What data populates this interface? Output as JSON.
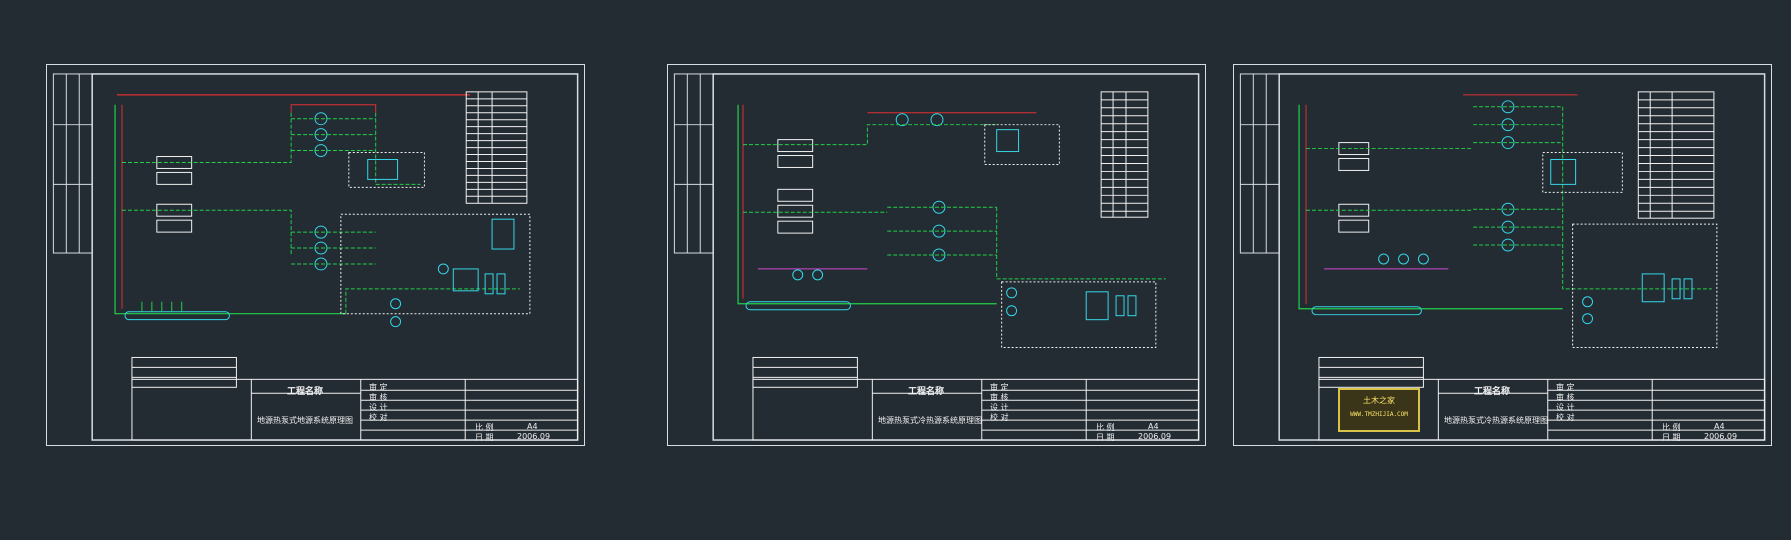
{
  "sheets": [
    {
      "project_label": "工程名称",
      "drawing_title": "地源热泵式地源系统原理图",
      "fields": {
        "approve": "审 定",
        "check": "审 核",
        "design": "设 计",
        "proofread": "校 对",
        "scale_label": "比 例",
        "scale_value": "A4",
        "date_label": "日 期",
        "date_value": "2006.09"
      },
      "has_logo": false
    },
    {
      "project_label": "工程名称",
      "drawing_title": "地源热泵式冷热源系统原理图",
      "fields": {
        "approve": "审 定",
        "check": "审 核",
        "design": "设 计",
        "proofread": "校 对",
        "scale_label": "比 例",
        "scale_value": "A4",
        "date_label": "日 期",
        "date_value": "2006.09"
      },
      "has_logo": false
    },
    {
      "project_label": "工程名称",
      "drawing_title": "地源热泵式冷热源系统原理图",
      "fields": {
        "approve": "审 定",
        "check": "审 核",
        "design": "设 计",
        "proofread": "校 对",
        "scale_label": "比 例",
        "scale_value": "A4",
        "date_label": "日 期",
        "date_value": "2006.09"
      },
      "has_logo": true,
      "logo_line1": "土木之家",
      "logo_line2": "WWW.TMZHIJIA.COM"
    }
  ],
  "colors": {
    "background": "#232b33",
    "frame": "#d8dde2",
    "supply": "#e03030",
    "return": "#22d04a",
    "equipment": "#35d8e8",
    "text": "#f2f2f2",
    "logo": "#d9c24a"
  }
}
